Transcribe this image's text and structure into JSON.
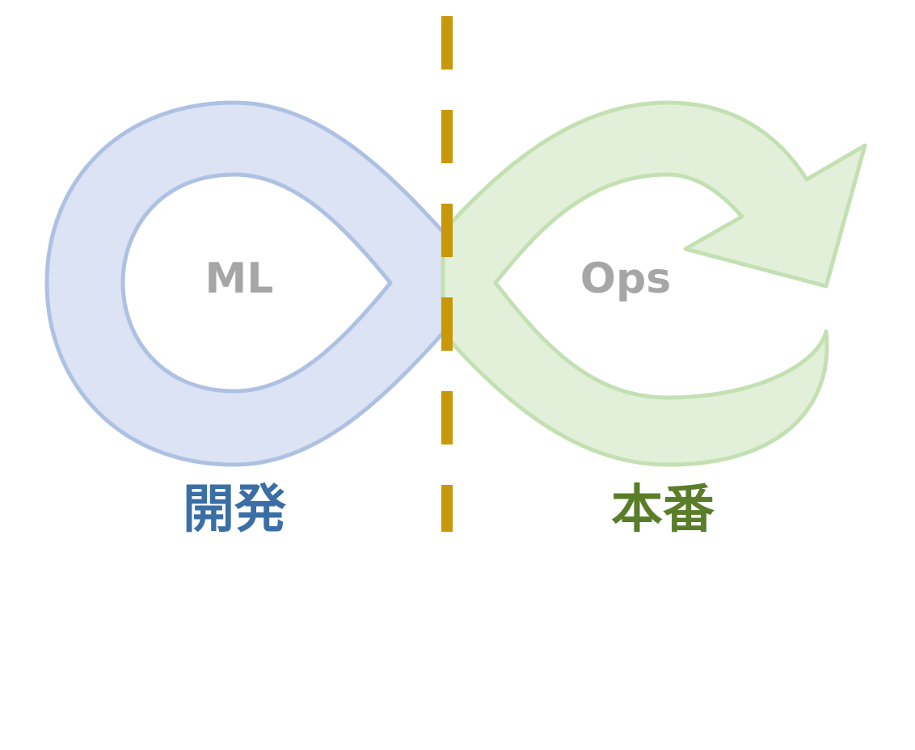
{
  "diagram": {
    "left_loop": {
      "inner_label": "ML",
      "bottom_label": "開発",
      "fill_color": "#dbe3f4",
      "stroke_color": "#aec1e2",
      "bottom_label_color": "#3a6ea5"
    },
    "right_loop": {
      "inner_label": "Ops",
      "bottom_label": "本番",
      "fill_color": "#e2efd9",
      "stroke_color": "#c3e0b3",
      "bottom_label_color": "#5a7d2a"
    },
    "inner_label_color": "#a6a6a6",
    "divider_color": "#c9970a",
    "divider_style": "dashed"
  }
}
